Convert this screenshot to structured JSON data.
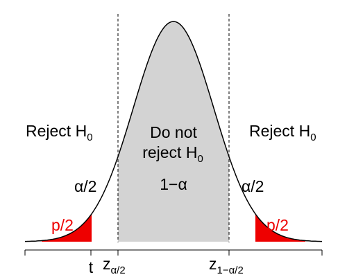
{
  "regions": {
    "left": {
      "label": "Reject H",
      "subscript": "0"
    },
    "center": {
      "line1": "Do not",
      "line2": "reject H",
      "subscript": "0",
      "area": "1−α"
    },
    "right": {
      "label": "Reject H",
      "subscript": "0"
    }
  },
  "tails": {
    "left_area": "α/2",
    "right_area": "α/2",
    "left_pvalue": "p/2",
    "right_pvalue": "p/2"
  },
  "axis": {
    "t_label": "t",
    "z_low": {
      "base": "z",
      "subscript": "α/2"
    },
    "z_high": {
      "base": "z",
      "subscript": "1−α/2"
    }
  },
  "colors": {
    "acceptance_fill": "#d3d3d3",
    "pvalue_fill": "#ee0000",
    "pvalue_text": "#ee0000",
    "curve": "#000000"
  }
}
